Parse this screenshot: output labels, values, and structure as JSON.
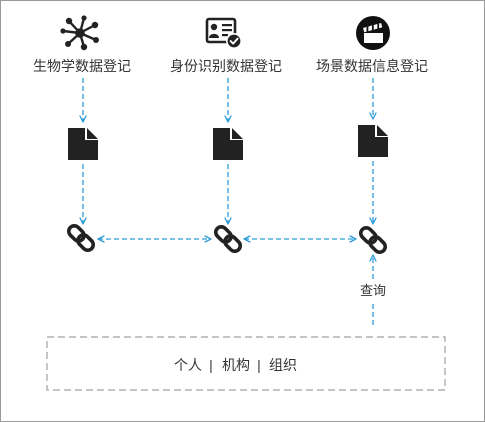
{
  "columns": [
    {
      "label": "生物学数据登记",
      "icon": "molecule-icon"
    },
    {
      "label": "身份识别数据登记",
      "icon": "id-card-check-icon"
    },
    {
      "label": "场景数据信息登记",
      "icon": "clapperboard-icon"
    }
  ],
  "document_icon": "document-icon",
  "chain_icon": "chain-link-icon",
  "query_label": "查询",
  "parties": {
    "items": [
      "个人",
      "机构",
      "组织"
    ],
    "separator": "|"
  },
  "colors": {
    "arrow": "#2d9cd8",
    "icon": "#222222",
    "box_border": "#a0a0a0",
    "text": "#333333",
    "frame": "#9a9a9a"
  }
}
